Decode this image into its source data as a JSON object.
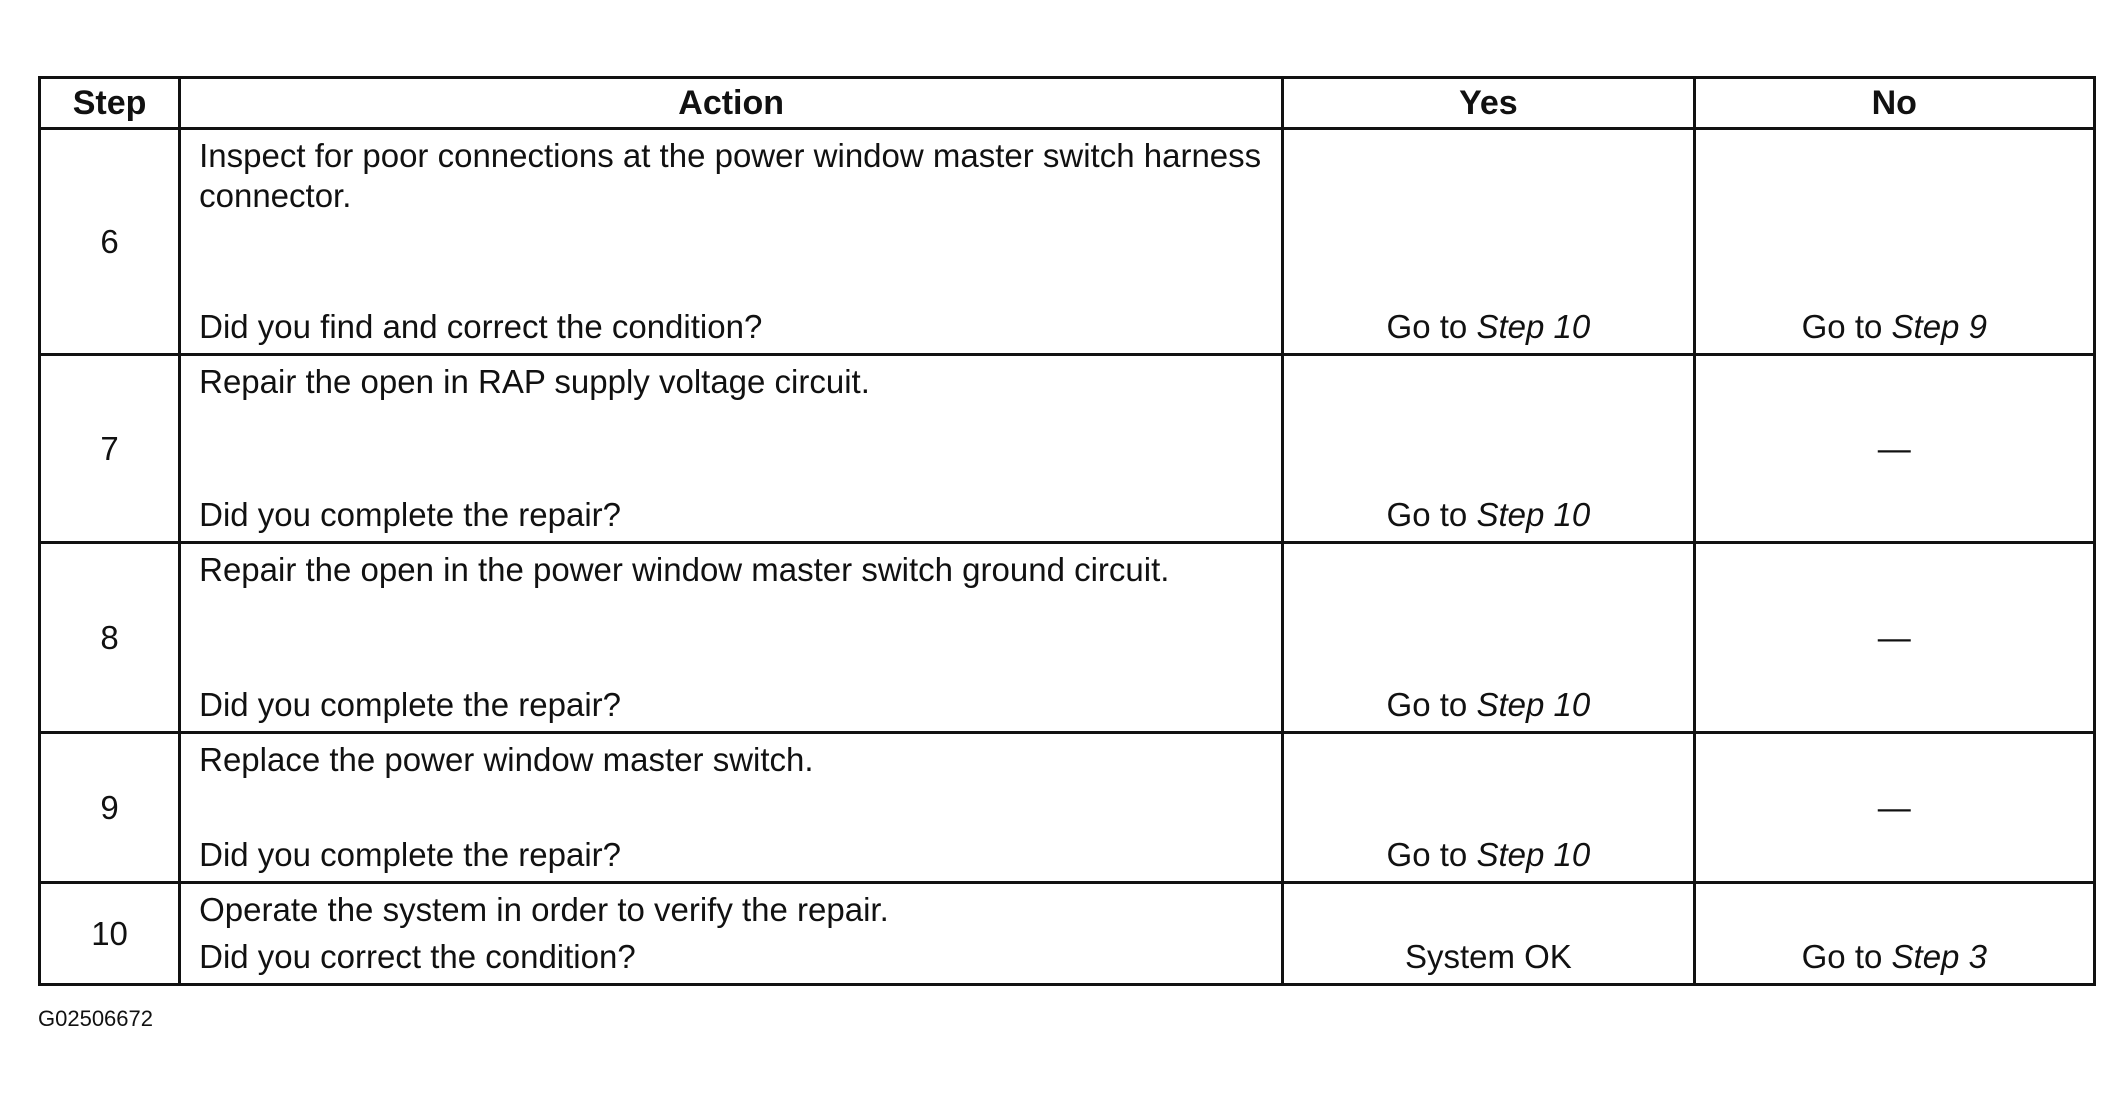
{
  "table": {
    "headers": {
      "step": "Step",
      "action": "Action",
      "yes": "Yes",
      "no": "No"
    },
    "rows": [
      {
        "step": "6",
        "action": "Inspect for poor connections at the power window master switch harness connector.",
        "question": "Did you find and correct the condition?",
        "yes_prefix": "Go to ",
        "yes_ref": "Step 10",
        "no_prefix": "Go to ",
        "no_ref": "Step 9"
      },
      {
        "step": "7",
        "action": "Repair the open in RAP supply voltage circuit.",
        "question": "Did you complete the repair?",
        "yes_prefix": "Go to ",
        "yes_ref": "Step 10",
        "no_dash": "—"
      },
      {
        "step": "8",
        "action": "Repair the open in the power window master switch ground circuit.",
        "question": "Did you complete the repair?",
        "yes_prefix": "Go to ",
        "yes_ref": "Step 10",
        "no_dash": "—"
      },
      {
        "step": "9",
        "action": "Replace the power window master switch.",
        "question": "Did you complete the repair?",
        "yes_prefix": "Go to ",
        "yes_ref": "Step 10",
        "no_dash": "—"
      },
      {
        "step": "10",
        "action": "Operate the system in order to verify the repair.",
        "question": "Did you correct the condition?",
        "yes_text": "System OK",
        "no_prefix": "Go to ",
        "no_ref": "Step 3"
      }
    ]
  },
  "figure_id": "G02506672"
}
